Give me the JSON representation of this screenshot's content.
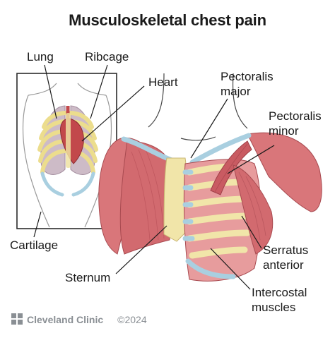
{
  "title": "Musculoskeletal chest pain",
  "labels": {
    "lung": "Lung",
    "ribcage": "Ribcage",
    "heart": "Heart",
    "pectoralis_major_1": "Pectoralis",
    "pectoralis_major_2": "major",
    "pectoralis_minor_1": "Pectoralis",
    "pectoralis_minor_2": "minor",
    "cartilage": "Cartilage",
    "sternum": "Sternum",
    "serratus_1": "Serratus",
    "serratus_2": "anterior",
    "intercostal_1": "Intercostal",
    "intercostal_2": "muscles"
  },
  "footer": {
    "brand": "Cleveland Clinic",
    "copyright": "©2024"
  },
  "colors": {
    "muscle": "#d9767a",
    "muscle_dark": "#b8545a",
    "bone": "#f1e5a9",
    "cartilage": "#a9cfe0",
    "skin_line": "#3a3a3a",
    "lung": "#c9b6c4",
    "heart": "#c2484b"
  }
}
